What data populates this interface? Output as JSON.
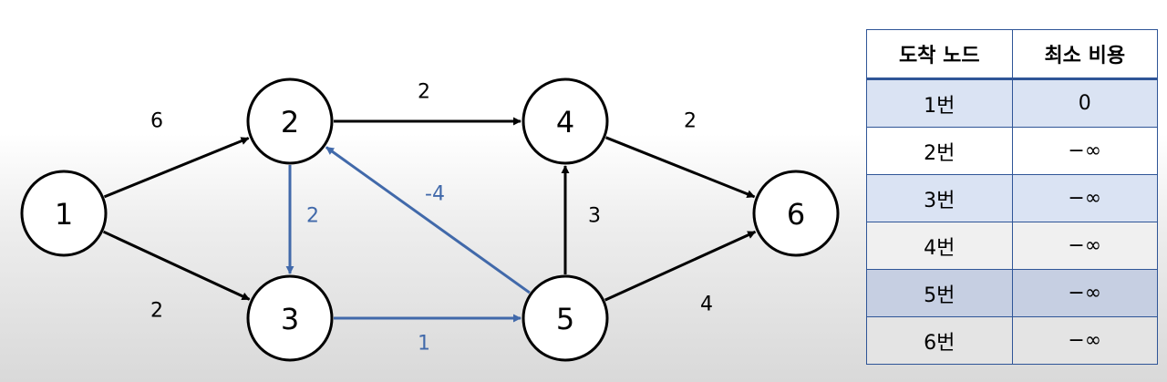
{
  "graph": {
    "nodes": [
      {
        "id": "1",
        "label": "1"
      },
      {
        "id": "2",
        "label": "2"
      },
      {
        "id": "3",
        "label": "3"
      },
      {
        "id": "4",
        "label": "4"
      },
      {
        "id": "5",
        "label": "5"
      },
      {
        "id": "6",
        "label": "6"
      }
    ],
    "edges": [
      {
        "from": "1",
        "to": "2",
        "weight": "6",
        "color": "#000000"
      },
      {
        "from": "1",
        "to": "3",
        "weight": "2",
        "color": "#000000"
      },
      {
        "from": "2",
        "to": "4",
        "weight": "2",
        "color": "#000000"
      },
      {
        "from": "2",
        "to": "3",
        "weight": "2",
        "color": "#4169aa"
      },
      {
        "from": "3",
        "to": "5",
        "weight": "1",
        "color": "#4169aa"
      },
      {
        "from": "5",
        "to": "2",
        "weight": "-4",
        "color": "#4169aa"
      },
      {
        "from": "5",
        "to": "4",
        "weight": "3",
        "color": "#000000"
      },
      {
        "from": "4",
        "to": "6",
        "weight": "2",
        "color": "#000000"
      },
      {
        "from": "5",
        "to": "6",
        "weight": "4",
        "color": "#000000"
      }
    ]
  },
  "table": {
    "headers": [
      "도착 노드",
      "최소 비용"
    ],
    "rows": [
      {
        "node": "1번",
        "cost": "0"
      },
      {
        "node": "2번",
        "cost": "−∞"
      },
      {
        "node": "3번",
        "cost": "−∞"
      },
      {
        "node": "4번",
        "cost": "−∞"
      },
      {
        "node": "5번",
        "cost": "−∞"
      },
      {
        "node": "6번",
        "cost": "−∞"
      }
    ]
  }
}
